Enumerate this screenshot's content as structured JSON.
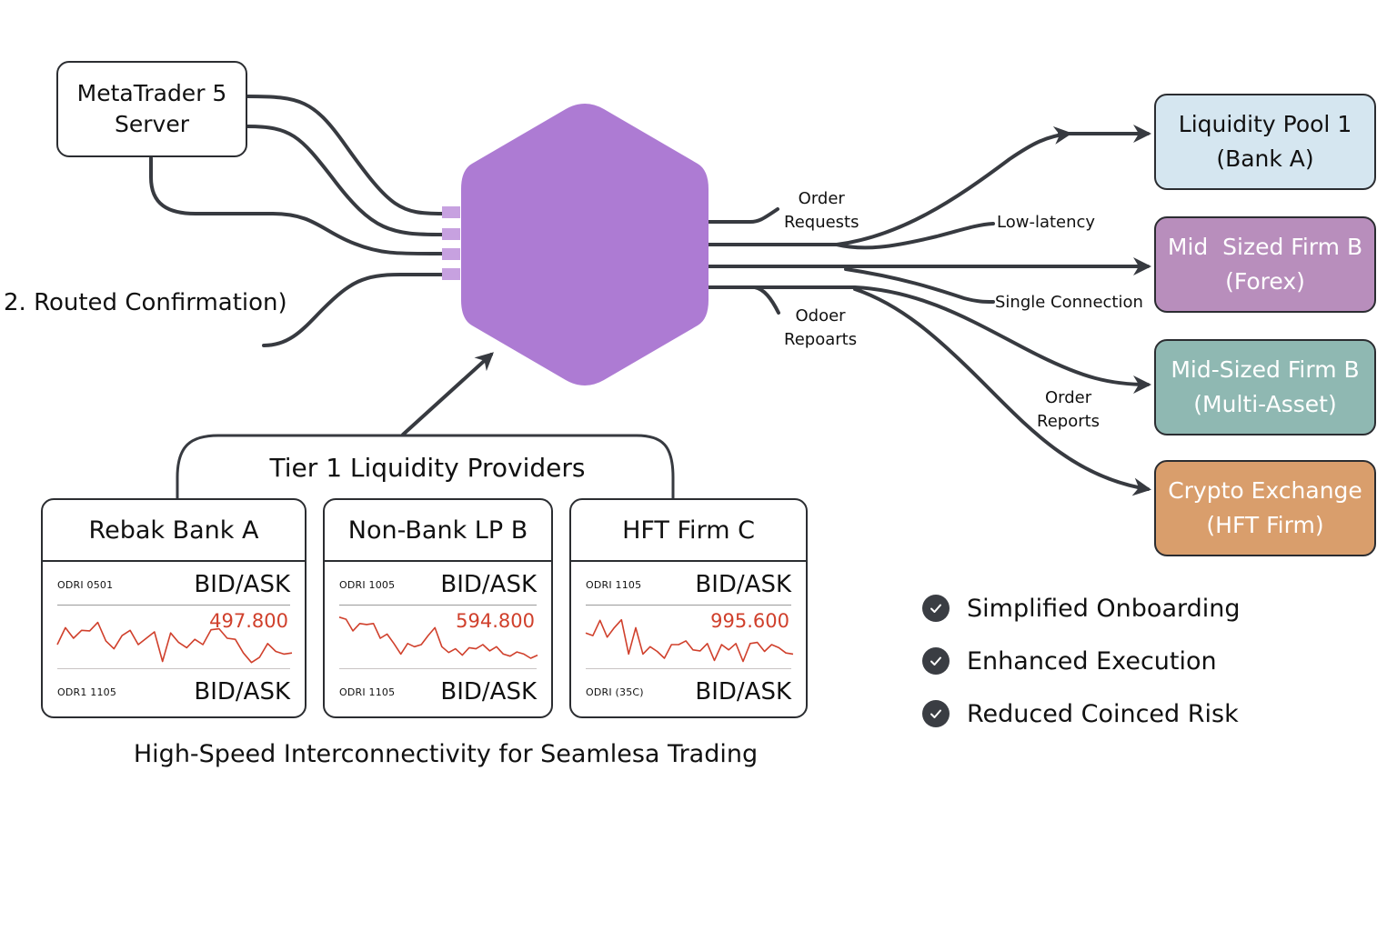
{
  "source_node": {
    "line1": "MetaTrader 5",
    "line2": "Server"
  },
  "side_note": "2. Routed Confirmation)",
  "hub": {
    "color": "#ad7bd3",
    "port_color": "#c7a1e0"
  },
  "flow_labels": {
    "order_requests": {
      "line1": "Order",
      "line2": "Requests"
    },
    "order_reports_top": {
      "line1": "Odoer",
      "line2": "Repoarts"
    },
    "low_latency": "Low-latency",
    "single_connection": "Single Connection",
    "order_reports_bottom": {
      "line1": "Order",
      "line2": "Reports"
    }
  },
  "destinations": [
    {
      "line1": "Liquidity Pool 1",
      "line2": "(Bank A)",
      "color": "#d5e6f0"
    },
    {
      "line1": "Mid  Sized Firm B",
      "line2": "(Forex)",
      "color": "#b88ebc"
    },
    {
      "line1": "Mid-Sized Firm B",
      "line2": "(Multi-Asset)",
      "color": "#8fb8b2"
    },
    {
      "line1": "Crypto Exchange",
      "line2": "(HFT Firm)",
      "color": "#d99e6c"
    }
  ],
  "tier_group": {
    "title": "Tier 1 Liquidity Providers"
  },
  "providers": [
    {
      "name": "Rebak Bank A",
      "top_code": "ODRI  0501",
      "top_label": "BID/ASK",
      "price": "497.800",
      "bottom_code": "ODR1 1105",
      "bottom_label": "BID/ASK",
      "spark": [
        0.62,
        0.3,
        0.5,
        0.35,
        0.36,
        0.2,
        0.55,
        0.7,
        0.45,
        0.35,
        0.62,
        0.5,
        0.38,
        0.94,
        0.4,
        0.58,
        0.68,
        0.52,
        0.62,
        0.34,
        0.32,
        0.5,
        0.52,
        0.78,
        0.96,
        0.86,
        0.6,
        0.75,
        0.8,
        0.78
      ]
    },
    {
      "name": "Non-Bank LP B",
      "top_code": "ODRI 1005",
      "top_label": "BID/ASK",
      "price": "594.800",
      "bottom_code": "ODRI 1105",
      "bottom_label": "BID/ASK",
      "spark": [
        0.1,
        0.14,
        0.36,
        0.22,
        0.24,
        0.22,
        0.5,
        0.42,
        0.6,
        0.8,
        0.6,
        0.66,
        0.62,
        0.45,
        0.3,
        0.66,
        0.77,
        0.7,
        0.82,
        0.68,
        0.7,
        0.62,
        0.74,
        0.66,
        0.8,
        0.84,
        0.76,
        0.8,
        0.88,
        0.82
      ]
    },
    {
      "name": "HFT Firm C",
      "top_code": "ODRI 1105",
      "top_label": "BID/ASK",
      "price": "995.600",
      "bottom_code": "ODRI (35C)",
      "bottom_label": "BID/ASK",
      "spark": [
        0.4,
        0.45,
        0.16,
        0.48,
        0.3,
        0.15,
        0.8,
        0.3,
        0.8,
        0.66,
        0.75,
        0.88,
        0.62,
        0.62,
        0.55,
        0.72,
        0.74,
        0.6,
        0.92,
        0.62,
        0.72,
        0.6,
        0.94,
        0.6,
        0.58,
        0.75,
        0.62,
        0.68,
        0.78,
        0.8
      ]
    }
  ],
  "benefits": [
    {
      "icon": "check-circle-icon",
      "label": "Simplified Onboarding"
    },
    {
      "icon": "check-circle-icon",
      "label": "Enhanced Execution"
    },
    {
      "icon": "check-circle-icon",
      "label": "Reduced Coinced Risk"
    }
  ],
  "caption": "High-Speed Interconnectivity for Seamlesa Trading",
  "colors": {
    "wire": "#373a40",
    "spark": "#d0402c"
  }
}
